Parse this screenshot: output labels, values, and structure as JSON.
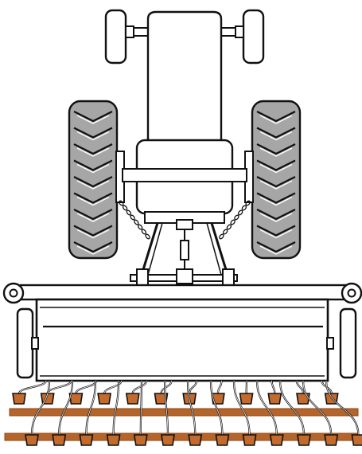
{
  "illustration": {
    "icon": "tractor-with-seed-drill-top-view",
    "colors": {
      "line": "#111111",
      "body": "#ffffff",
      "tire": "#a6a6a6",
      "soil": "#b5652a",
      "soil_dark": "#8a4718",
      "pot": "#c46a2c"
    },
    "seed_rows": {
      "back_row_units": 12,
      "front_row_units": 13
    },
    "tread_lugs_per_side": 9,
    "hitch_chain_links": 8
  }
}
